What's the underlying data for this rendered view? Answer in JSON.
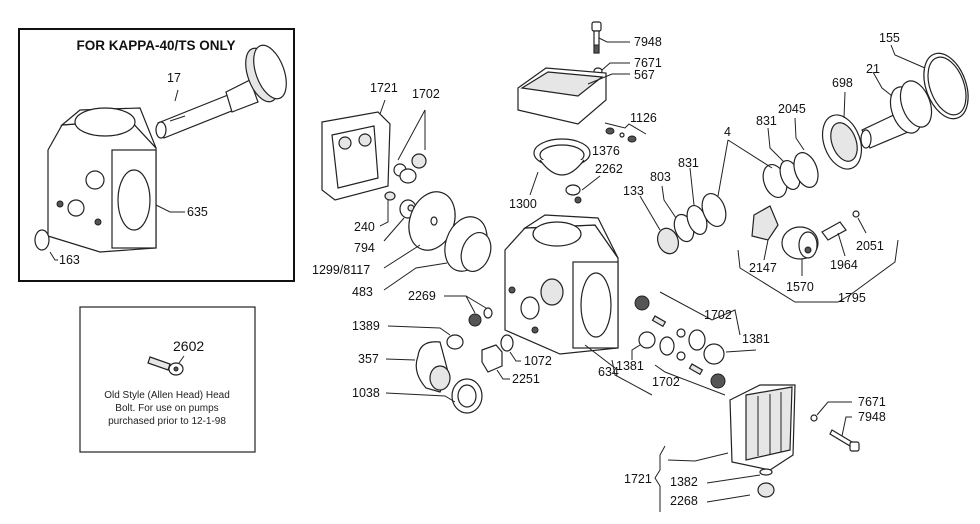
{
  "kappa_inset": {
    "title": "FOR KAPPA-40/TS ONLY",
    "labels": {
      "shaft": "17",
      "housing": "635",
      "seal": "163"
    }
  },
  "bolt_inset": {
    "part_number": "2602",
    "note_lines": [
      "Old Style (Allen Head) Head",
      "Bolt.  For use on pumps",
      "purchased prior to 12-1-98"
    ]
  },
  "parts": {
    "head_plate_left": "1721",
    "valve_assembly_left": "1702",
    "fitting_240": "240",
    "washer_794": "794",
    "diaphragm_plate": "1299/8117",
    "diaphragm": "483",
    "head_bolt_top": "7948",
    "washer_top": "7671",
    "top_head": "567",
    "kit_1126": "1126",
    "fitting_1376": "1376",
    "gasket_1300": "1300",
    "screw_2262": "2262",
    "bearing_133": "133",
    "seal_803": "803",
    "ring_831_a": "831",
    "ring_4": "4",
    "ring_831_b": "831",
    "ring_2045": "2045",
    "bearing_698": "698",
    "shaft_21": "21",
    "seal_155": "155",
    "cam_2147": "2147",
    "eccentric_1570": "1570",
    "pin_1964": "1964",
    "clip_2051": "2051",
    "kit_1795": "1795",
    "plug_2269": "2269",
    "oring_1389": "1389",
    "elbow_357": "357",
    "nut_1038": "1038",
    "oring_1072": "1072",
    "plug_2251": "2251",
    "housing_634": "634",
    "valve_assembly_right_top": "1702",
    "oring_1381_right": "1381",
    "oring_1381_left": "1381",
    "valve_assembly_right_bottom": "1702",
    "washer_bottom": "7671",
    "head_bolt_bottom": "7948",
    "head_plate_right": "1721",
    "oring_1382": "1382",
    "plug_2268": "2268"
  }
}
